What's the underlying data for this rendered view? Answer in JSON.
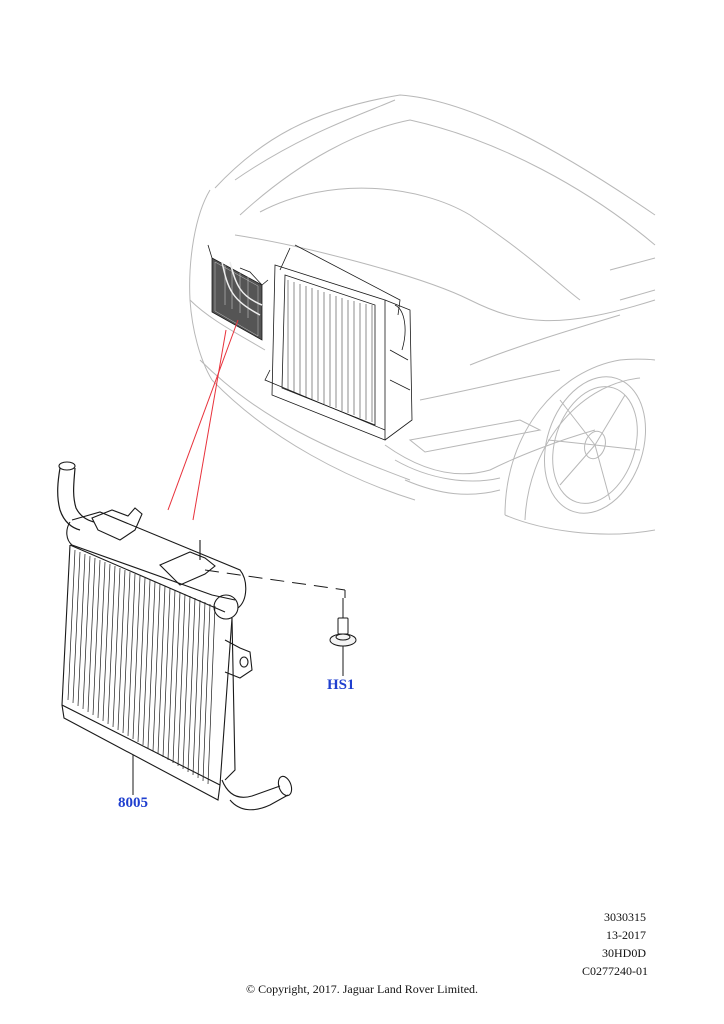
{
  "callouts": {
    "hs1": "HS1",
    "part_8005": "8005"
  },
  "reference": {
    "line1": "3030315",
    "line2": "13-2017",
    "line3": "30HD0D",
    "line4": "C0277240-01"
  },
  "copyright": "© Copyright, 2017. Jaguar Land Rover Limited.",
  "colors": {
    "callout": "#1f3fcf",
    "leader": "#e8323c",
    "outline": "#1a1a1a",
    "ghost": "#b8b8b8"
  }
}
